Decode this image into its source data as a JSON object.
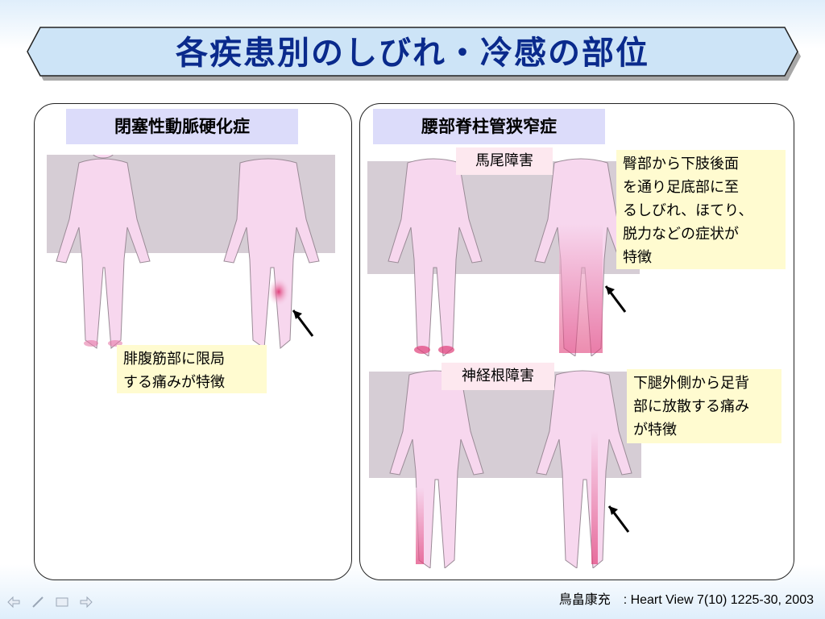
{
  "slide": {
    "title": "各疾患別のしびれ・冷感の部位",
    "citation": "鳥畠康充　: Heart View 7(10) 1225-30, 2003"
  },
  "left_panel": {
    "title": "閉塞性動脈硬化症",
    "note": "腓腹筋部に限局\nする痛みが特徴"
  },
  "right_panel": {
    "title": "腰部脊柱管狭窄症",
    "cauda": {
      "label": "馬尾障害",
      "note": "臀部から下肢後面\nを通り足底部に至\nるしびれ、ほてり、\n脱力などの症状が\n特徴"
    },
    "root": {
      "label": "神経根障害",
      "note": "下腿外側から足背\n部に放散する痛み\nが特徴"
    }
  },
  "colors": {
    "title_text": "#0a2a8c",
    "banner_fill": "#cde4f7",
    "panel_title_bg": "#dcdcfa",
    "note_bg": "#fffbd0",
    "body_fill": "#f7d7ee",
    "highlight": "#e0407a"
  },
  "icons": [
    "arrow-left-icon",
    "pen-icon",
    "menu-icon",
    "arrow-right-icon",
    "pointer-arrow-icon"
  ]
}
